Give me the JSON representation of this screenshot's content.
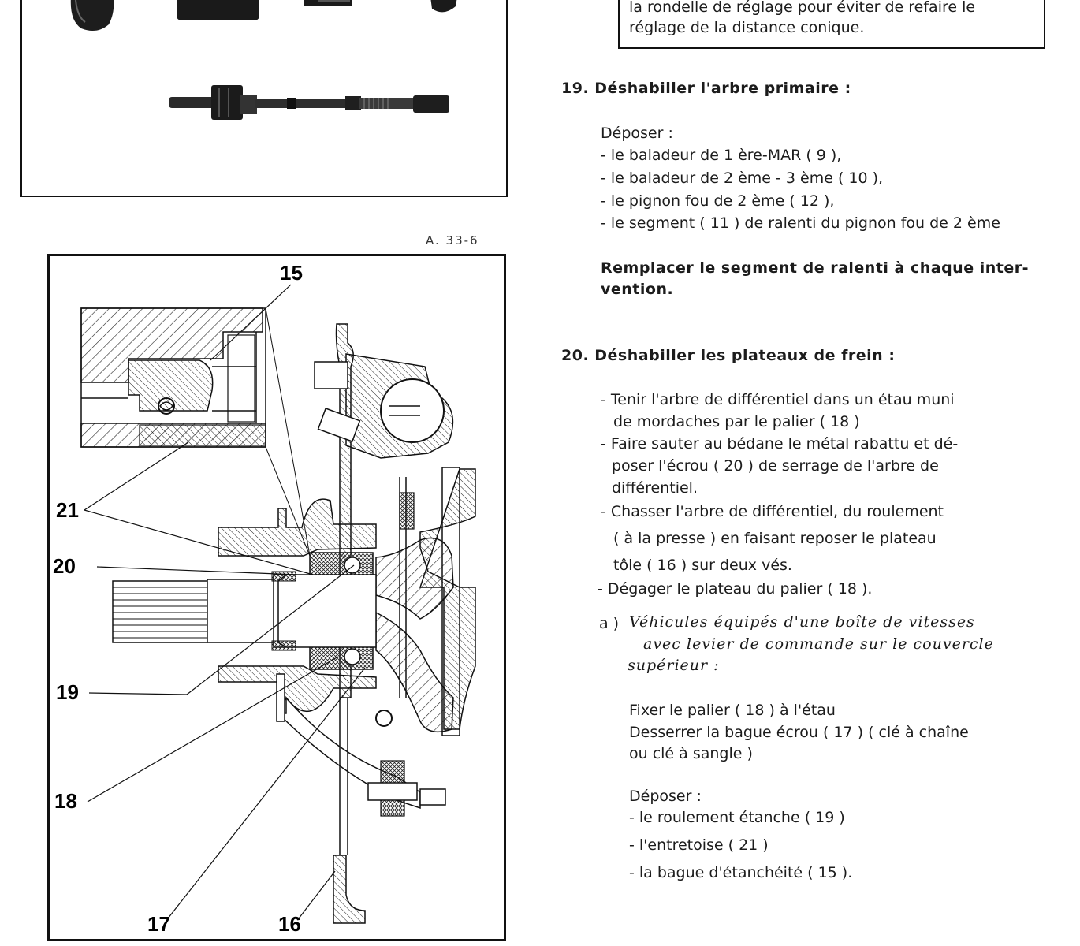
{
  "note_box": {
    "line1": "la rondelle de réglage pour éviter de refaire le",
    "line2": "réglage de la distance conique."
  },
  "figure_top_ref": "A. 33-6",
  "figure_bottom": {
    "callouts": [
      "15",
      "21",
      "20",
      "19",
      "18",
      "17",
      "16"
    ]
  },
  "section19": {
    "heading": "19. Déshabiller l'arbre primaire :",
    "intro": "Déposer :",
    "items": [
      "- le baladeur de 1 ère-MAR ( 9 ),",
      "- le baladeur de 2 ème - 3 ème ( 10 ),",
      "- le pignon fou de 2 ème ( 12 ),",
      "- le segment ( 11 ) de ralenti du pignon fou de 2 ème"
    ],
    "note_line1": "Remplacer le segment de ralenti à chaque  inter-",
    "note_line2": "vention."
  },
  "section20": {
    "heading": "20. Déshabiller les plateaux de frein :",
    "steps": [
      "- Tenir l'arbre de différentiel dans un étau muni",
      "de mordaches par le  palier ( 18 )",
      "- Faire sauter au bédane le métal rabattu et dé-",
      "poser l'écrou ( 20 ) de serrage de l'arbre de",
      "différentiel.",
      "- Chasser l'arbre de différentiel, du roulement",
      "( à la presse ) en  faisant reposer le plateau",
      "tôle ( 16 ) sur deux vés.",
      "- Dégager le plateau du palier ( 18 )."
    ],
    "case_a": {
      "marker": "a )",
      "title_line1": "Véhicules équipés d'une boîte de vitesses",
      "title_line2": "avec levier de commande sur le couvercle",
      "title_line3": "supérieur :",
      "instr1": "Fixer le palier ( 18 ) à l'étau",
      "instr2": "Desserrer la bague écrou ( 17 ) ( clé à chaîne",
      "instr3": "ou clé à sangle )",
      "remove_intro": "Déposer :",
      "remove_items": [
        "- le roulement étanche ( 19 )",
        "- l'entretoise ( 21 )",
        "- la bague d'étanchéité ( 15 )."
      ]
    }
  }
}
